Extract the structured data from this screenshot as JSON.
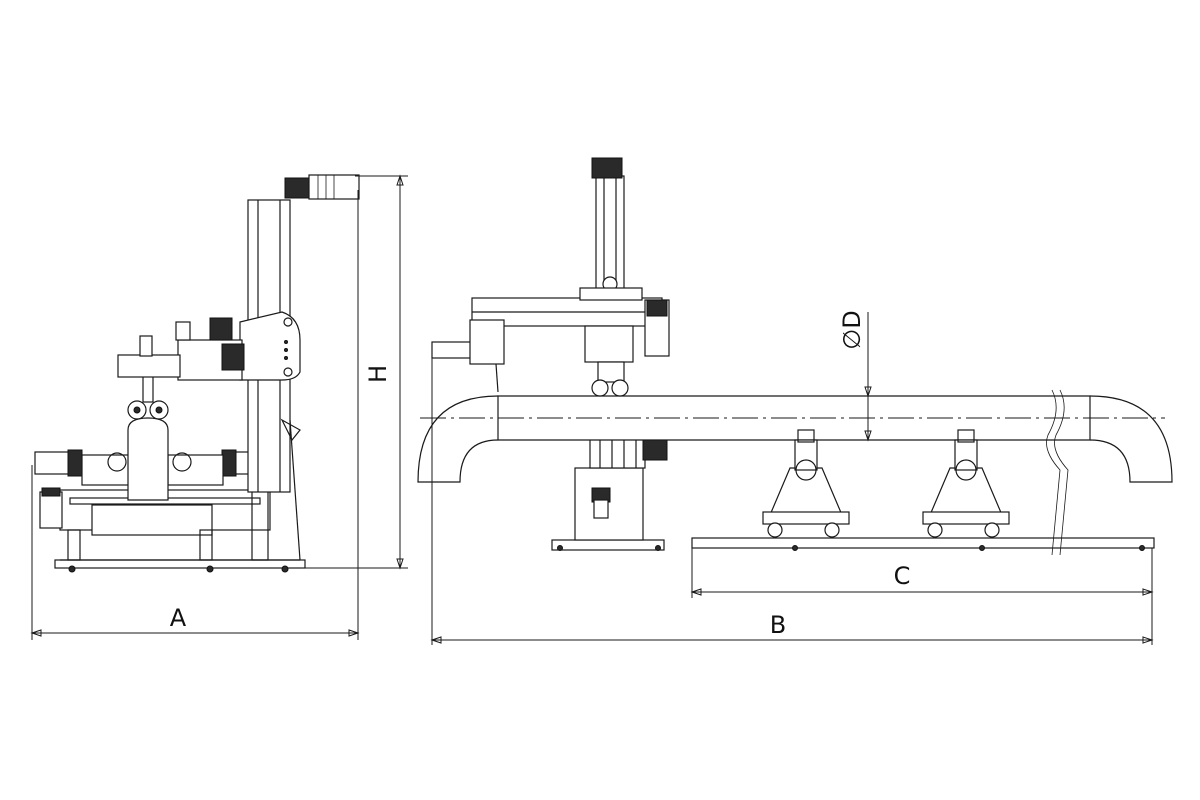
{
  "dimensions": {
    "width_left": "A",
    "length_total": "B",
    "length_rollers": "C",
    "height": "H",
    "diameter": "D",
    "diameter_symbol": "∅"
  },
  "colors": {
    "line": "#1a1a1a",
    "background": "#ffffff"
  }
}
